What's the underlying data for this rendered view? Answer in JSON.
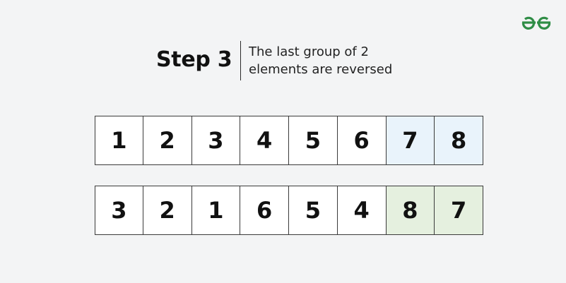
{
  "header": {
    "step": "Step 3",
    "description_lines": [
      "The last group of 2",
      "elements are reversed"
    ]
  },
  "logo": {
    "icon": "geeksforgeeks-logo-icon",
    "color": "#2f8d46"
  },
  "arrays": {
    "original": [
      {
        "value": "1",
        "highlighted": false
      },
      {
        "value": "2",
        "highlighted": false
      },
      {
        "value": "3",
        "highlighted": false
      },
      {
        "value": "4",
        "highlighted": false
      },
      {
        "value": "5",
        "highlighted": false
      },
      {
        "value": "6",
        "highlighted": false
      },
      {
        "value": "7",
        "highlighted": true
      },
      {
        "value": "8",
        "highlighted": true
      }
    ],
    "reversed": [
      {
        "value": "3",
        "highlighted": false
      },
      {
        "value": "2",
        "highlighted": false
      },
      {
        "value": "1",
        "highlighted": false
      },
      {
        "value": "6",
        "highlighted": false
      },
      {
        "value": "5",
        "highlighted": false
      },
      {
        "value": "4",
        "highlighted": false
      },
      {
        "value": "8",
        "highlighted": true
      },
      {
        "value": "7",
        "highlighted": true
      }
    ]
  },
  "colors": {
    "background": "#f3f4f5",
    "cell": "#ffffff",
    "original_highlight": "#e9f3fb",
    "reversed_highlight": "#e5f0df",
    "border": "#3a3a3a"
  }
}
